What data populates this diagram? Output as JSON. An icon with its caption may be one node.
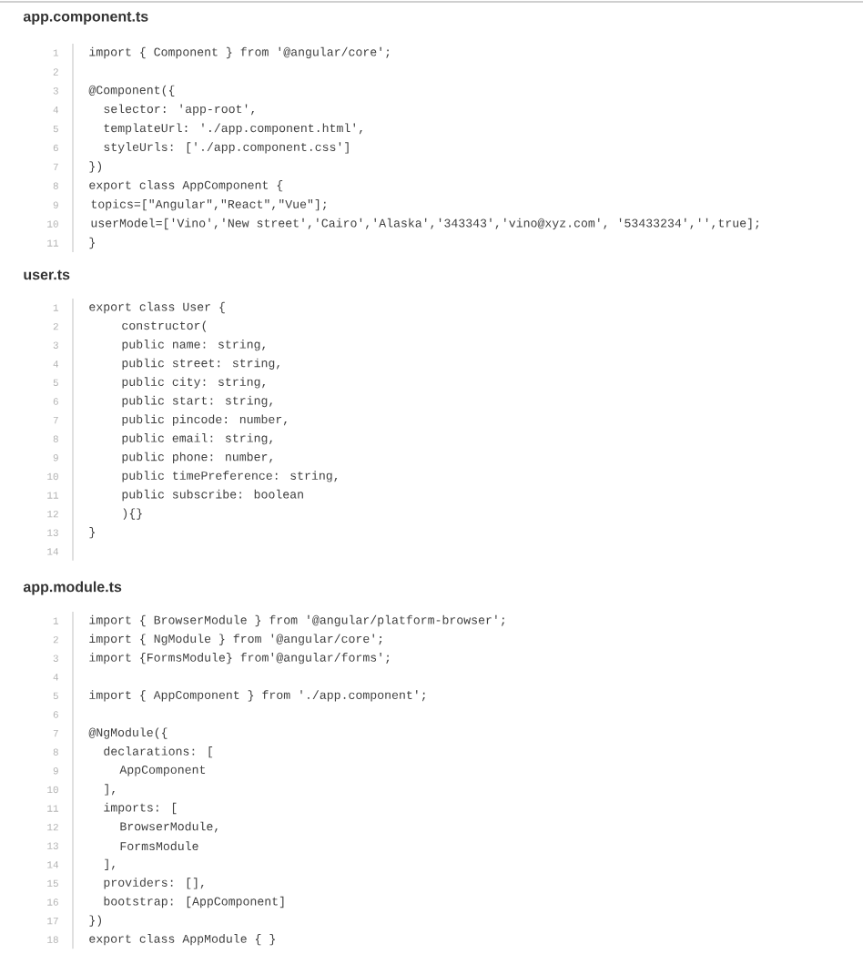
{
  "diagram": {
    "labels": [
      "app.component.ts",
      "1",
      "import { Component } from '@angular/core';",
      "2",
      "3",
      "@Component({",
      "4",
      "selector: 'app-root',",
      "5",
      "templateUrl: './app.component.html',",
      "6",
      "styleUrls: ['./app.component.css']",
      "7",
      "})",
      "8",
      "export class AppComponent {",
      "9",
      "topics=[\"Angular\",\"React\",\"Vue\"];",
      "10",
      "userModel=['Vino','New street','Cairo','Alaska','343343','vino@xyz.com', '53433234','',true];",
      "11",
      "}",
      "user.ts",
      "1",
      "export class User {",
      "2",
      "constructor(",
      "3",
      "public name: string,",
      "4",
      "public street: string,",
      "5",
      "public city: string,",
      "6",
      "public start: string,",
      "7",
      "public pincode: number,",
      "8",
      "public email: string,",
      "9",
      "public phone: number,",
      "10",
      "public timePreference: string,",
      "11",
      "public subscribe: boolean",
      "12",
      "){}",
      "13",
      "}",
      "14",
      "app.module.ts",
      "1",
      "import { BrowserModule } from '@angular/platform-browser';",
      "2",
      "import { NgModule } from '@angular/core';",
      "3",
      "import {FormsModule} from'@angular/forms';",
      "4",
      "5",
      "import { AppComponent } from './app.component';",
      "6",
      "7",
      "@NgModule({",
      "8",
      "declarations: [",
      "9",
      "AppComponent",
      "10",
      "],",
      "11",
      "imports: [",
      "12",
      "BrowserModule,",
      "13",
      "FormsModule",
      "14",
      "],",
      "15",
      "providers: [],",
      "16",
      "bootstrap: [AppComponent]",
      "17",
      "})",
      "18",
      "export class AppModule { }"
    ]
  }
}
